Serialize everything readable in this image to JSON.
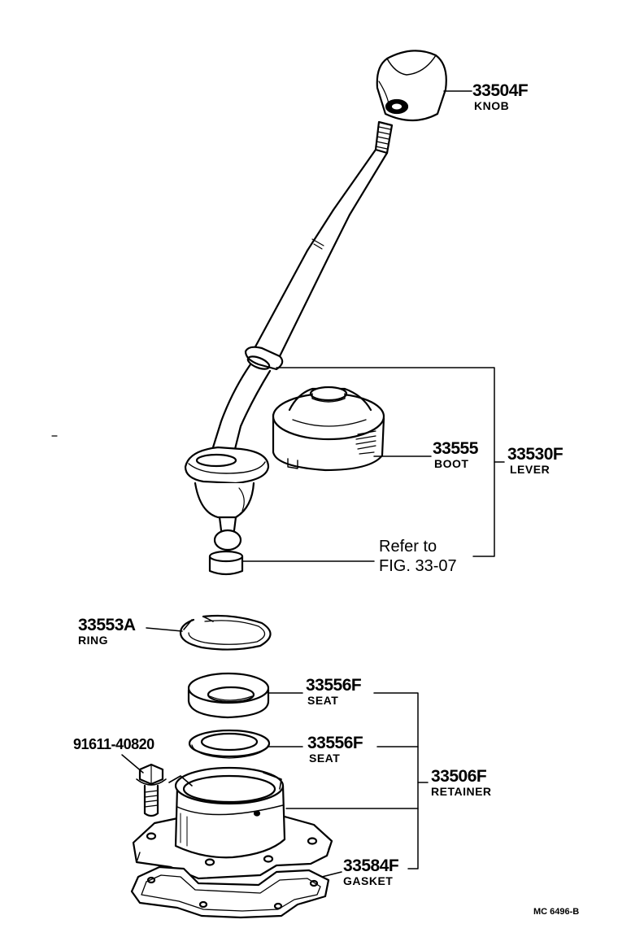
{
  "parts": {
    "knob": {
      "number": "33504F",
      "name": "KNOB"
    },
    "boot": {
      "number": "33555",
      "name": "BOOT"
    },
    "lever": {
      "number": "33530F",
      "name": "LEVER"
    },
    "ring": {
      "number": "33553A",
      "name": "RING"
    },
    "seat_upper": {
      "number": "33556F",
      "name": "SEAT"
    },
    "seat_lower": {
      "number": "33556F",
      "name": "SEAT"
    },
    "bolt": {
      "number": "91611-40820"
    },
    "retainer": {
      "number": "33506F",
      "name": "RETAINER"
    },
    "gasket": {
      "number": "33584F",
      "name": "GASKET"
    }
  },
  "reference": {
    "line1": "Refer to",
    "line2": "FIG. 33-07"
  },
  "figure_code": "MC 6496-B"
}
